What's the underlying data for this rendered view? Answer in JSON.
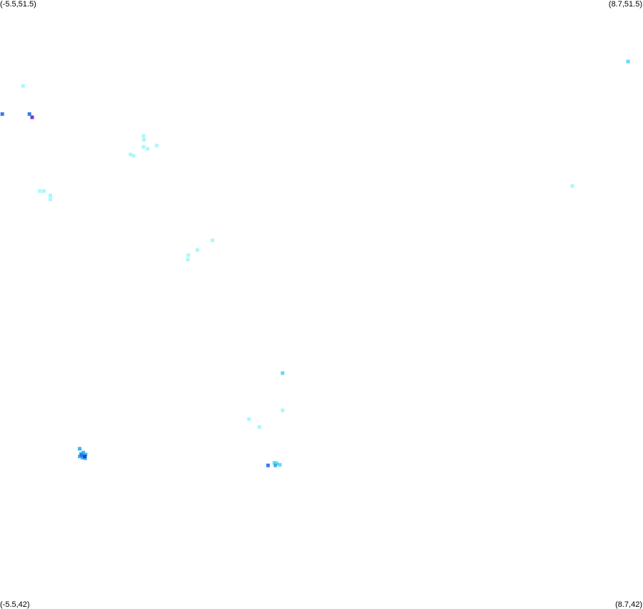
{
  "corners": {
    "top_left": "(-5.5,51.5)",
    "top_right": "(8.7,51.5)",
    "bottom_left": "(-5.5,42)",
    "bottom_right": "(8.7,42)"
  },
  "extent": {
    "lon_min": -5.5,
    "lon_max": 8.7,
    "lat_min": 42,
    "lat_max": 51.5
  },
  "colors": {
    "very_light": "#9ff8fb",
    "light": "#4dd8ee",
    "mid": "#33aaee",
    "strong": "#1f6ee6",
    "darkest": "#1040d0",
    "outlier": "#6a1fd0"
  },
  "points": [
    {
      "lon": 8.37,
      "lat": 50.54,
      "c": "light"
    },
    {
      "lon": -4.99,
      "lat": 50.16,
      "c": "very_light"
    },
    {
      "lon": -5.45,
      "lat": 49.72,
      "c": "strong"
    },
    {
      "lon": -4.85,
      "lat": 49.72,
      "c": "strong"
    },
    {
      "lon": -4.79,
      "lat": 49.67,
      "c": "outlier"
    },
    {
      "lon": -2.33,
      "lat": 49.38,
      "c": "very_light"
    },
    {
      "lon": -2.32,
      "lat": 49.32,
      "c": "very_light"
    },
    {
      "lon": -2.33,
      "lat": 49.21,
      "c": "very_light"
    },
    {
      "lon": -2.04,
      "lat": 49.23,
      "c": "very_light"
    },
    {
      "lon": -2.24,
      "lat": 49.18,
      "c": "very_light"
    },
    {
      "lon": -2.62,
      "lat": 49.09,
      "c": "very_light"
    },
    {
      "lon": -2.55,
      "lat": 49.07,
      "c": "very_light"
    },
    {
      "lon": 7.14,
      "lat": 48.6,
      "c": "very_light"
    },
    {
      "lon": -4.62,
      "lat": 48.52,
      "c": "very_light"
    },
    {
      "lon": -4.53,
      "lat": 48.52,
      "c": "very_light"
    },
    {
      "lon": -4.39,
      "lat": 48.45,
      "c": "very_light"
    },
    {
      "lon": -4.39,
      "lat": 48.39,
      "c": "very_light"
    },
    {
      "lon": -0.81,
      "lat": 47.75,
      "c": "very_light"
    },
    {
      "lon": -1.14,
      "lat": 47.6,
      "c": "very_light"
    },
    {
      "lon": -1.34,
      "lat": 47.52,
      "c": "very_light"
    },
    {
      "lon": -1.35,
      "lat": 47.45,
      "c": "very_light"
    },
    {
      "lon": 0.74,
      "lat": 45.68,
      "c": "light"
    },
    {
      "lon": 0.74,
      "lat": 45.1,
      "c": "very_light"
    },
    {
      "lon": 0.0,
      "lat": 44.96,
      "c": "very_light"
    },
    {
      "lon": 0.23,
      "lat": 44.84,
      "c": "very_light"
    },
    {
      "lon": -3.74,
      "lat": 44.5,
      "c": "mid"
    },
    {
      "lon": -3.71,
      "lat": 44.42,
      "c": "mid"
    },
    {
      "lon": -3.66,
      "lat": 44.44,
      "c": "mid"
    },
    {
      "lon": -3.74,
      "lat": 44.38,
      "c": "mid"
    },
    {
      "lon": -3.61,
      "lat": 44.41,
      "c": "mid"
    },
    {
      "lon": -3.68,
      "lat": 44.36,
      "c": "mid"
    },
    {
      "lon": -3.62,
      "lat": 44.35,
      "c": "mid"
    },
    {
      "lon": -3.7,
      "lat": 44.4,
      "c": "strong"
    },
    {
      "lon": -3.63,
      "lat": 44.38,
      "c": "darkest"
    },
    {
      "lon": 0.56,
      "lat": 44.28,
      "c": "light"
    },
    {
      "lon": 0.61,
      "lat": 44.27,
      "c": "light"
    },
    {
      "lon": 0.68,
      "lat": 44.25,
      "c": "light"
    },
    {
      "lon": 0.58,
      "lat": 44.24,
      "c": "mid"
    },
    {
      "lon": 0.42,
      "lat": 44.24,
      "c": "strong"
    }
  ]
}
